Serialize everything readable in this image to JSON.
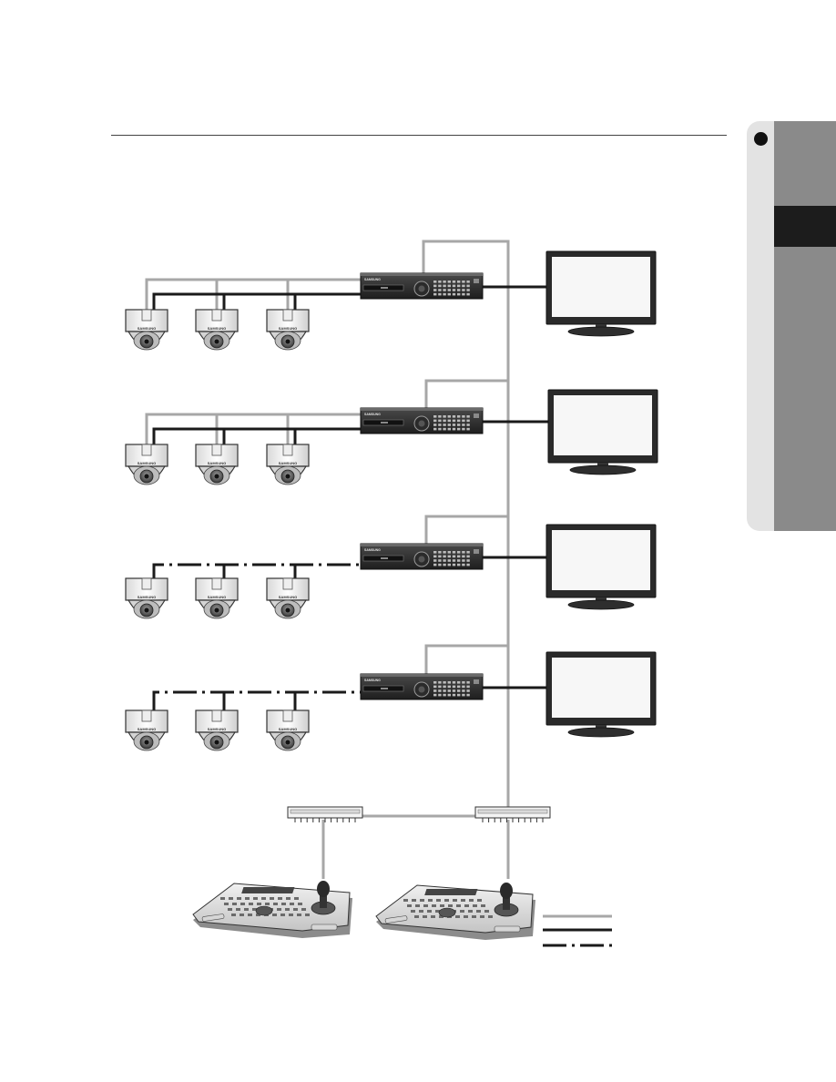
{
  "page": {
    "title": "",
    "section_tab": {
      "active_index": 1,
      "label": ""
    }
  },
  "colors": {
    "rs485_line": "#a7a7a7",
    "video_line": "#1a1a1a",
    "ptz_line": "#1a1a1a",
    "tab_dark": "#8a8a8a",
    "tab_light": "#e3e3e3",
    "tab_active": "#1c1c1c"
  },
  "diagram": {
    "rows": [
      {
        "cameras": 3,
        "camera_label": "SAMSUNG",
        "link_style": "solid",
        "dvr_label": "SAMSUNG"
      },
      {
        "cameras": 3,
        "camera_label": "SAMSUNG",
        "link_style": "solid",
        "dvr_label": "SAMSUNG"
      },
      {
        "cameras": 3,
        "camera_label": "SAMSUNG",
        "link_style": "dash-dot",
        "dvr_label": "SAMSUNG"
      },
      {
        "cameras": 3,
        "camera_label": "SAMSUNG",
        "link_style": "dash-dot",
        "dvr_label": "SAMSUNG"
      }
    ],
    "keyboards": 2,
    "terminal_blocks": 2,
    "legend": [
      {
        "style": "gray-solid",
        "label": ""
      },
      {
        "style": "black-solid",
        "label": ""
      },
      {
        "style": "dash-dot",
        "label": ""
      }
    ]
  }
}
